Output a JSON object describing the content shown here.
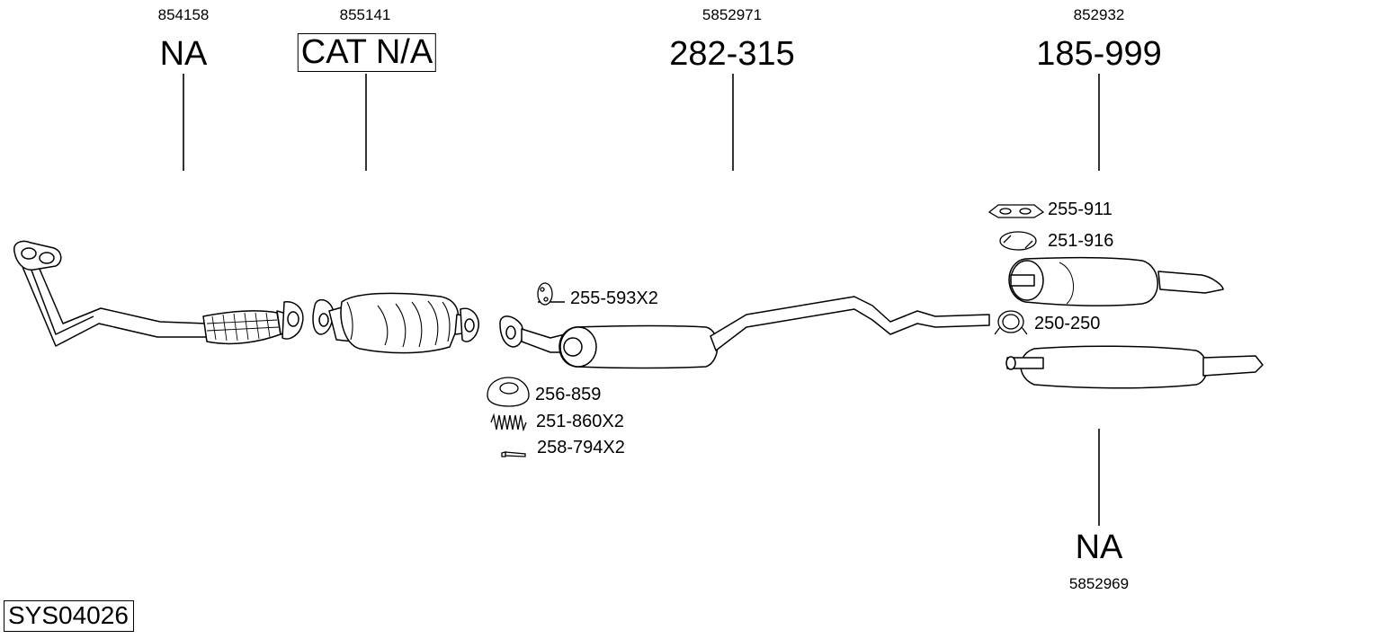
{
  "sections": [
    {
      "oem": "854158",
      "part": "NA",
      "boxed": false
    },
    {
      "oem": "855141",
      "part": "CAT N/A",
      "boxed": true
    },
    {
      "oem": "5852971",
      "part": "282-315",
      "boxed": false
    },
    {
      "oem": "852932",
      "part": "185-999",
      "boxed": false
    }
  ],
  "rear_section": {
    "part": "NA",
    "oem": "5852969"
  },
  "accessories": {
    "mount_rubber": "255-593X2",
    "gasket": "256-859",
    "spring": "251-860X2",
    "bolt": "258-794X2",
    "rear_rubber": "255-911",
    "rear_clamp_ring": "251-916",
    "clamp": "250-250"
  },
  "system_id": "SYS04026"
}
